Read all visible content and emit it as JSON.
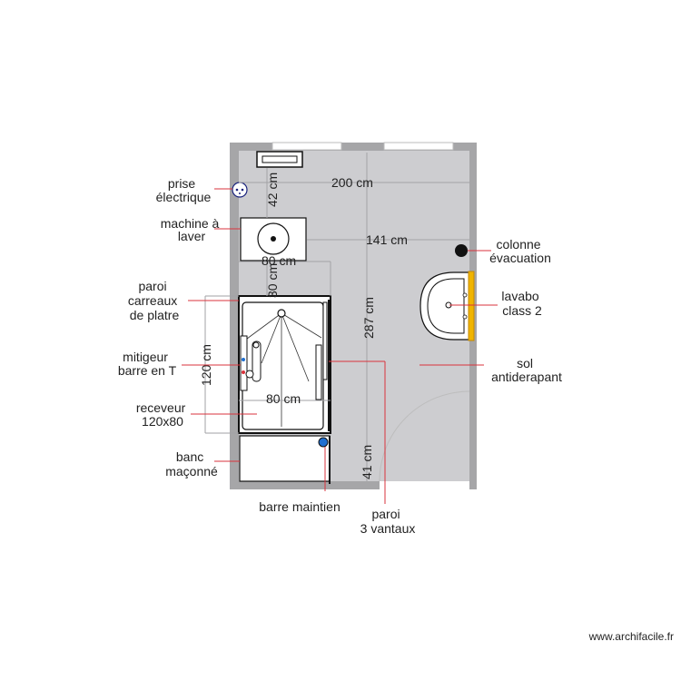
{
  "colors": {
    "wall": "#a6a6a8",
    "floor": "#cdcdd0",
    "leader": "#d9333c",
    "dimension": "#a2a2a6",
    "outline": "#111111",
    "accent_blue": "#1f6fd1",
    "lavabo_bar": "#f0b400"
  },
  "labels": {
    "prise": [
      "prise",
      "électrique"
    ],
    "machine": [
      "machine à",
      "laver"
    ],
    "paroi_carreaux": [
      "paroi",
      "carreaux",
      "de platre"
    ],
    "mitigeur": [
      "mitigeur",
      "barre en T"
    ],
    "receveur": [
      "receveur",
      "120x80"
    ],
    "banc": [
      "banc",
      "maçonné"
    ],
    "barre_maintien": [
      "barre maintien"
    ],
    "paroi_vantaux": [
      "paroi",
      "3 vantaux"
    ],
    "colonne": [
      "colonne",
      "évacuation"
    ],
    "lavabo": [
      "lavabo",
      "class 2"
    ],
    "sol": [
      "sol",
      "antiderapant"
    ]
  },
  "dimensions": {
    "width_total": "200 cm",
    "width_partial": "141 cm",
    "height_total": "287 cm",
    "top_offset": "42 cm",
    "overlap_a": "80 cm",
    "overlap_b": "30 cm",
    "shower_length": "120 cm",
    "shower_width": "80 cm",
    "bench_depth": "41 cm"
  },
  "icons": {
    "outlet": "electrical-outlet-icon",
    "drain": "drain-column-icon",
    "sink": "washbasin-icon",
    "washer": "washing-machine-icon",
    "grab": "grab-bar-icon"
  },
  "watermark": "www.archifacile.fr"
}
